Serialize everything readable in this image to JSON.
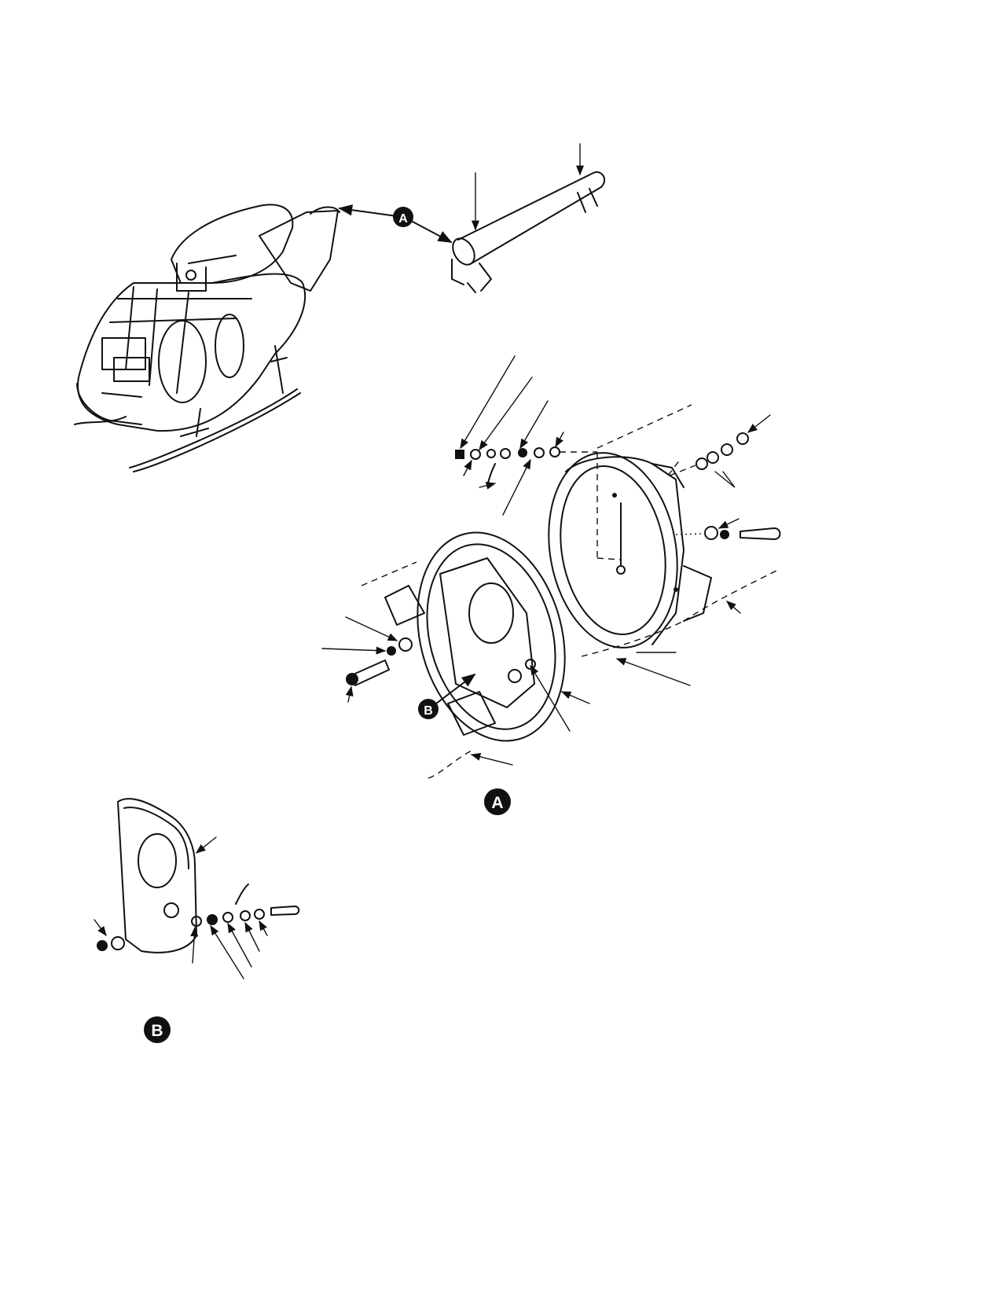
{
  "callouts": {
    "detail_a_top": "A",
    "detail_b_top": "B",
    "detail_a_label": "A",
    "detail_b_label": "B"
  },
  "icons": {
    "callout_marker": "filled-circle-letter-marker",
    "leader_arrow": "arrowhead-leader-line"
  },
  "colors": {
    "ink": "#111111",
    "paper": "#ffffff"
  }
}
